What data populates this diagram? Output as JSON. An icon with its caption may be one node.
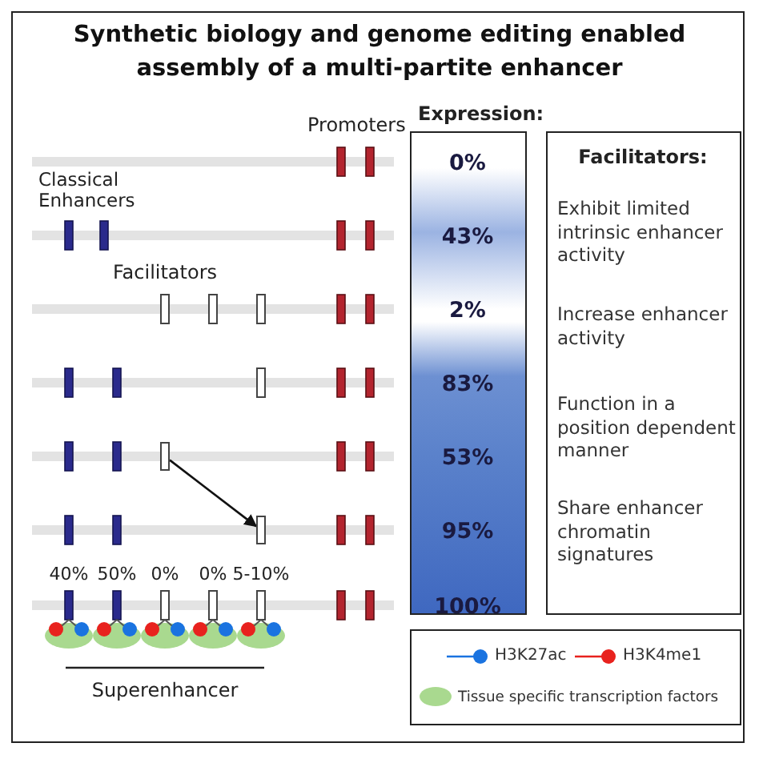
{
  "diagram": {
    "title": "Synthetic biology and genome editing enabled assembly of a multi-partite enhancer",
    "nodes": [
      {
        "text": [
          "0%",
          "43%",
          "2%",
          "83%",
          "53%",
          "95%",
          "100%"
        ]
      },
      {
        "text": [
          "Facilitators:",
          "Exhibit limited intrinsic enhancer activity",
          "Increase enhancer activity",
          "Function in a position dependent manner",
          "Share enhancer chromatin signatures"
        ]
      },
      {
        "text": [],
        "shape": "bar"
      },
      {
        "text": [],
        "shape": "bar"
      }
    ],
    "edges": [
      {
        "from": 2,
        "to": 3,
        "arrow": "to"
      }
    ],
    "labels": [
      "Promoters",
      "Expression:",
      "Classical Enhancers",
      "Facilitators",
      "40%",
      "50%",
      "0%",
      "0%",
      "5-10%",
      "Superenhancer"
    ],
    "legend": [
      {
        "text": "H3K27ac"
      },
      {
        "text": "H3K4me1"
      },
      {
        "text": "Tissue specific transcription factors",
        "color": "#a9d98f"
      }
    ]
  }
}
